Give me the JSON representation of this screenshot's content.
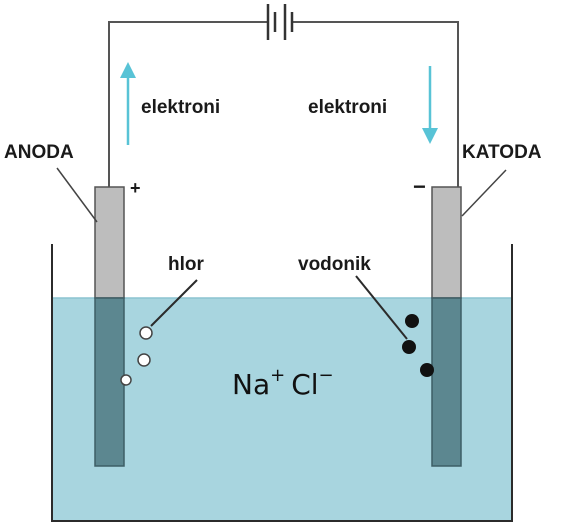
{
  "labels": {
    "anode": "ANODA",
    "cathode": "KATODA",
    "electrons_left": "elektroni",
    "electrons_right": "elektroni",
    "chlorine": "hlor",
    "hydrogen": "vodonik",
    "ion_na": "Na",
    "ion_na_charge": "+",
    "ion_cl": "Cl",
    "ion_cl_charge": "−",
    "anode_sign": "+",
    "cathode_sign": "−"
  },
  "colors": {
    "electrolyte": "#a8d5df",
    "electrolyte_edge": "#8cc3d0",
    "electrode_dry": "#bdbdbd",
    "electrode_wet": "#5c8790",
    "arrow": "#58c3d6",
    "wire": "#555555"
  },
  "icons": {
    "battery": "battery-icon",
    "arrow_up": "arrow-up-icon",
    "arrow_down": "arrow-down-icon"
  }
}
